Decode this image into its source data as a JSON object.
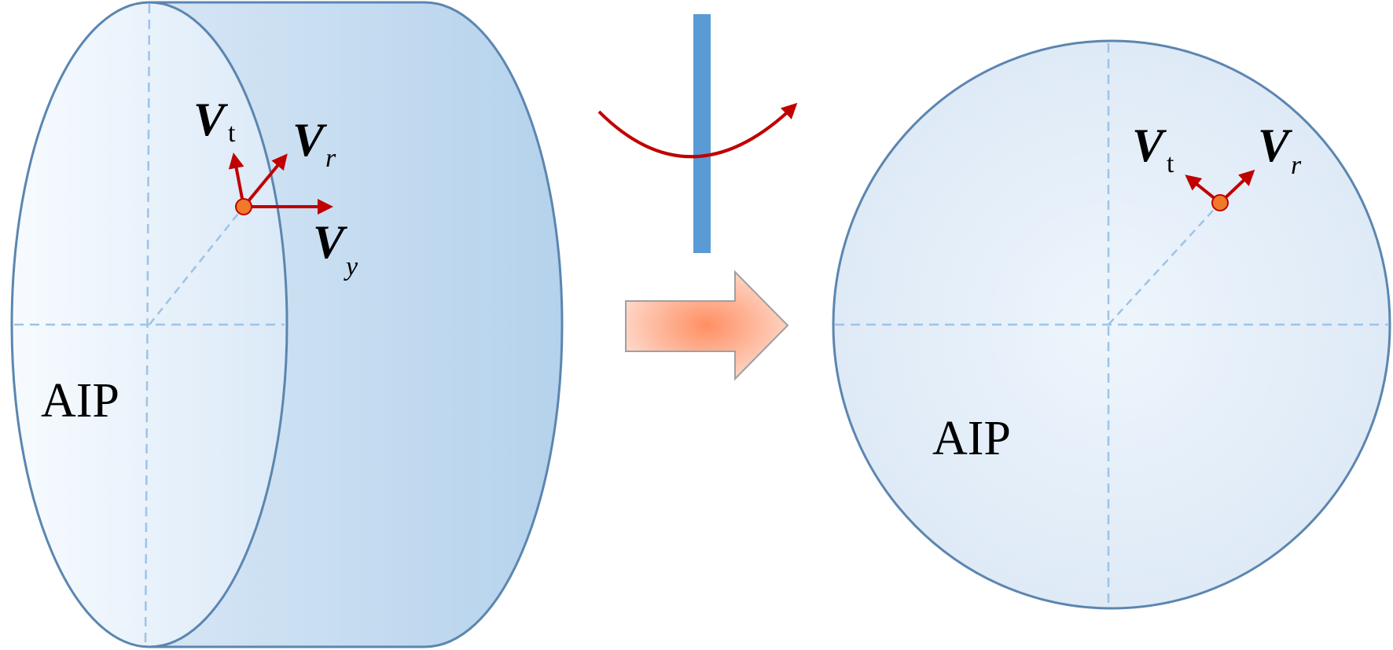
{
  "left_figure": {
    "plane_label": "AIP",
    "vectors": {
      "vt": {
        "main": "V",
        "sub": "t"
      },
      "vr": {
        "main": "V",
        "sub": "r"
      },
      "vy": {
        "main": "V",
        "sub": "y"
      }
    }
  },
  "right_figure": {
    "plane_label": "AIP",
    "vectors": {
      "vt": {
        "main": "V",
        "sub": "t"
      },
      "vr": {
        "main": "V",
        "sub": "r"
      }
    }
  },
  "colors": {
    "cylinder_fill": "#b9d4eb",
    "cylinder_stroke": "#5b86b0",
    "face_fill": "#e8f1fa",
    "disk_fill": "#e3eef9",
    "dashed_line": "#9ec3e6",
    "vector_red": "#c00000",
    "point_orange": "#f07a28",
    "axis_blue": "#5b9bd5",
    "arrow_shape": "#f4a58a"
  }
}
